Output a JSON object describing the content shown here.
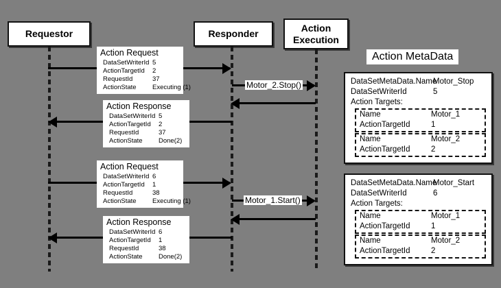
{
  "diagram": {
    "background_color": "#7f7f7f",
    "line_color": "#000000",
    "box_fill": "#ffffff"
  },
  "lifelines": [
    {
      "name": "requestor",
      "label": "Requestor"
    },
    {
      "name": "responder",
      "label": "Responder"
    },
    {
      "name": "action-execution",
      "label": "Action\nExecution"
    }
  ],
  "actors": {
    "requestor": "Requestor",
    "responder": "Responder",
    "action_execution_line1": "Action",
    "action_execution_line2": "Execution"
  },
  "messages": {
    "request_1": {
      "title": "Action Request",
      "rows": [
        {
          "key": "DataSetWriterId",
          "value": "5"
        },
        {
          "key": "ActionTargetId",
          "value": "2"
        },
        {
          "key": "RequestId",
          "value": "37"
        },
        {
          "key": "ActionState",
          "value": "Executing (1)"
        }
      ]
    },
    "response_1": {
      "title": "Action Response",
      "rows": [
        {
          "key": "DataSetWriterId",
          "value": "5"
        },
        {
          "key": "ActionTargetId",
          "value": "2"
        },
        {
          "key": "RequestId",
          "value": "37"
        },
        {
          "key": "ActionState",
          "value": "Done(2)"
        }
      ]
    },
    "request_2": {
      "title": "Action Request",
      "rows": [
        {
          "key": "DataSetWriterId",
          "value": "6"
        },
        {
          "key": "ActionTargetId",
          "value": "1"
        },
        {
          "key": "RequestId",
          "value": "38"
        },
        {
          "key": "ActionState",
          "value": "Executing (1)"
        }
      ]
    },
    "response_2": {
      "title": "Action Response",
      "rows": [
        {
          "key": "DataSetWriterId",
          "value": "6"
        },
        {
          "key": "ActionTargetId",
          "value": "1"
        },
        {
          "key": "RequestId",
          "value": "38"
        },
        {
          "key": "ActionState",
          "value": "Done(2)"
        }
      ]
    }
  },
  "calls": {
    "call_1": "Motor_2.Stop()",
    "call_2": "Motor_1.Start()"
  },
  "metadata_panel": {
    "title": "Action MetaData",
    "entries": [
      {
        "name_key": "DataSetMetaData.Name",
        "name_value": "Motor_Stop",
        "writer_key": "DataSetWriterId",
        "writer_value": "5",
        "targets_label": "Action Targets:",
        "targets": [
          {
            "name_key": "Name",
            "name_value": "Motor_1",
            "id_key": "ActionTargetId",
            "id_value": "1"
          },
          {
            "name_key": "Name",
            "name_value": "Motor_2",
            "id_key": "ActionTargetId",
            "id_value": "2"
          }
        ]
      },
      {
        "name_key": "DataSetMetaData.Name",
        "name_value": "Motor_Start",
        "writer_key": "DataSetWriterId",
        "writer_value": "6",
        "targets_label": "Action Targets:",
        "targets": [
          {
            "name_key": "Name",
            "name_value": "Motor_1",
            "id_key": "ActionTargetId",
            "id_value": "1"
          },
          {
            "name_key": "Name",
            "name_value": "Motor_2",
            "id_key": "ActionTargetId",
            "id_value": "2"
          }
        ]
      }
    ]
  }
}
